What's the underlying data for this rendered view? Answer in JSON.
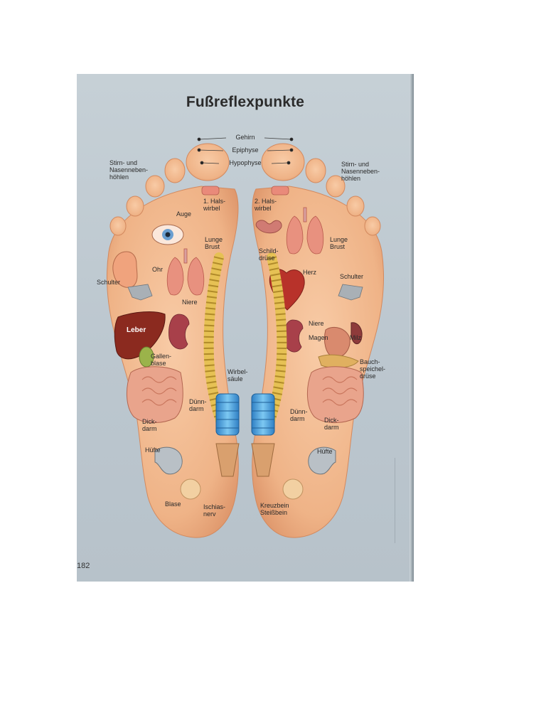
{
  "title": "Fußreflexpunkte",
  "page_number": "182",
  "colors": {
    "page_background": "#bec9d0",
    "skin": "#f1b98f",
    "skin_shadow": "#d98e63",
    "spine": "#f2d36b",
    "lumbar": "#4aa6e0",
    "liver": "#8b2a1f",
    "organ_red": "#c2493c"
  },
  "labels": {
    "gehirn": "Gehirn",
    "epiphyse": "Epiphyse",
    "hypophyse": "Hypophyse",
    "stirn_left": "Stirn- und\nNasenneben-\nhöhlen",
    "stirn_right": "Stirn- und\nNasenneben-\nhöhlen",
    "halswirbel_1": "1. Hals-\nwirbel",
    "halswirbel_2": "2. Hals-\nwirbel",
    "auge": "Auge",
    "ohr": "Ohr",
    "lunge_left": "Lunge\nBrust",
    "lunge_right": "Lunge\nBrust",
    "schilddruese": "Schild-\ndrüse",
    "herz": "Herz",
    "schulter_left": "Schulter",
    "schulter_right": "Schulter",
    "niere_left": "Niere",
    "niere_right": "Niere",
    "leber": "Leber",
    "magen": "Magen",
    "milz": "Milz",
    "gallenblase": "Gallen-\nblase",
    "bauchspeicheldruese": "Bauch-\nspeichel-\ndrüse",
    "wirbelsaeule": "Wirbel-\nsäule",
    "duenndarm_left": "Dünn-\ndarm",
    "duenndarm_right": "Dünn-\ndarm",
    "dickdarm_left": "Dick-\ndarm",
    "dickdarm_right": "Dick-\ndarm",
    "huefte_left": "Hüfte",
    "huefte_right": "Hüfte",
    "blase": "Blase",
    "ischiasnerv": "Ischias-\nnerv",
    "kreuzbein": "Kreuzbein\nSteißbein"
  }
}
